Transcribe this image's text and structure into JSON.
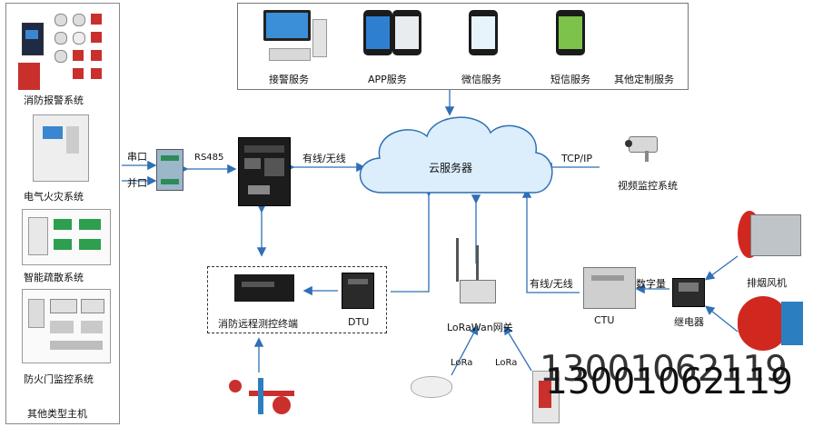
{
  "left_systems": [
    {
      "label": "消防报警系统"
    },
    {
      "label": "电气火灾系统"
    },
    {
      "label": "智能疏散系统"
    },
    {
      "label": "防火门监控系统"
    },
    {
      "label": "其他类型主机"
    }
  ],
  "top_services": [
    {
      "label": "接警服务"
    },
    {
      "label": "APP服务"
    },
    {
      "label": "微信服务"
    },
    {
      "label": "短信服务"
    },
    {
      "label": "其他定制服务"
    }
  ],
  "ports": {
    "serial": "串口",
    "parallel": "并口",
    "rs485": "RS485"
  },
  "links": {
    "wired_wireless_top": "有线/无线",
    "wired_wireless_ctu": "有线/无线",
    "tcp_ip": "TCP/IP",
    "digital": "数字量",
    "lora1": "LoRa",
    "lora2": "LoRa"
  },
  "cloud": {
    "label": "云服务器"
  },
  "devices": {
    "video": "视频监控系统",
    "terminal": "消防远程测控终端",
    "dtu": "DTU",
    "gateway": "LoRaWan网关",
    "ctu": "CTU",
    "relay": "继电器",
    "fan": "排烟风机"
  },
  "watermark": {
    "text": "13001062119"
  },
  "colors": {
    "arrow": "#2f6fb5",
    "cloud": "#dceefc",
    "cloud_edge": "#2f6fb5"
  }
}
